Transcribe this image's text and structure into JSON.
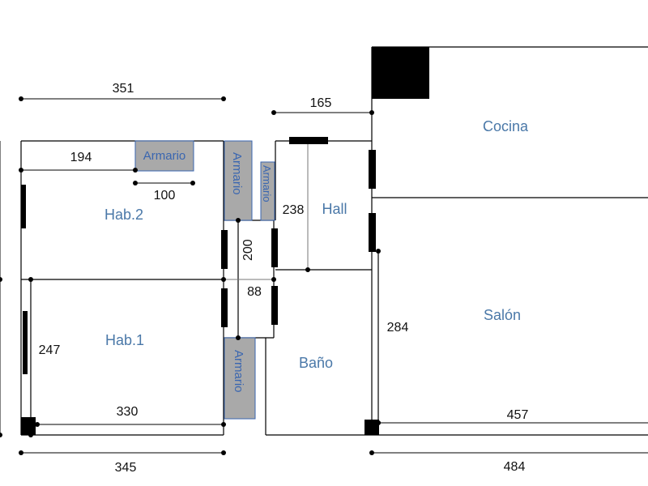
{
  "rooms": {
    "hab2": "Hab.2",
    "hab1": "Hab.1",
    "hall": "Hall",
    "bano": "Baño",
    "cocina": "Cocina",
    "salon": "Salón"
  },
  "wardrobes": {
    "top": "Armario",
    "vertical_left": "Armario",
    "vertical_small": "Armario",
    "bottom": "Armario"
  },
  "dimensions": {
    "top_left_width": "351",
    "hall_width": "165",
    "hab2_inner": "194",
    "wardrobe_width": "100",
    "hall_height": "238",
    "corridor_height": "200",
    "corridor_width": "88",
    "hab1_height": "247",
    "hab1_width": "330",
    "salon_height": "284",
    "salon_width": "457",
    "bottom_left_width": "345",
    "bottom_right_width": "484"
  }
}
